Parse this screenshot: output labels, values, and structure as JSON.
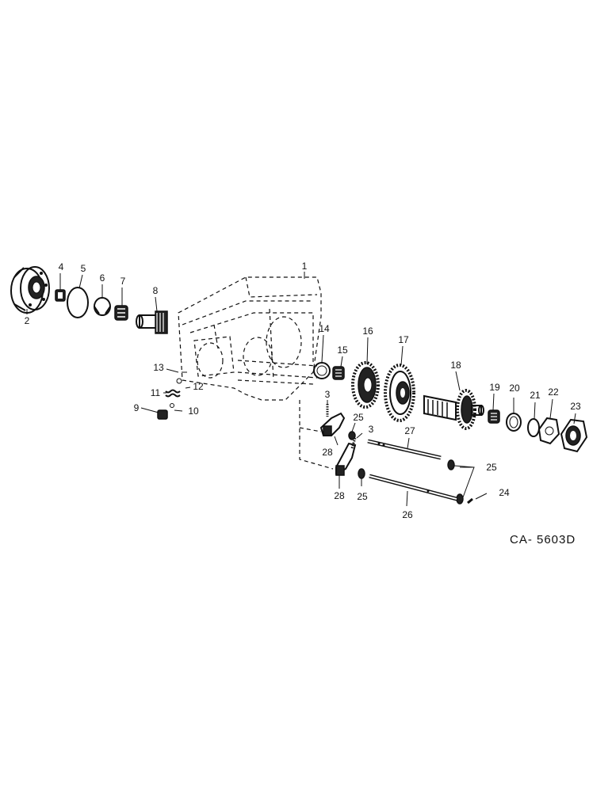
{
  "diagram": {
    "reference_code": "CA- 5603D",
    "callouts": {
      "c1": "1",
      "c2": "2",
      "c3a": "3",
      "c3b": "3",
      "c4": "4",
      "c5": "5",
      "c6": "6",
      "c7": "7",
      "c8": "8",
      "c9": "9",
      "c10": "10",
      "c11": "11",
      "c12": "12",
      "c13": "13",
      "c14": "14",
      "c15": "15",
      "c16": "16",
      "c17": "17",
      "c18": "18",
      "c19": "19",
      "c20": "20",
      "c21": "21",
      "c22": "22",
      "c23": "23",
      "c24": "24",
      "c25a": "25",
      "c25b": "25",
      "c25c": "25",
      "c26": "26",
      "c27": "27",
      "c28a": "28",
      "c28b": "28"
    }
  }
}
